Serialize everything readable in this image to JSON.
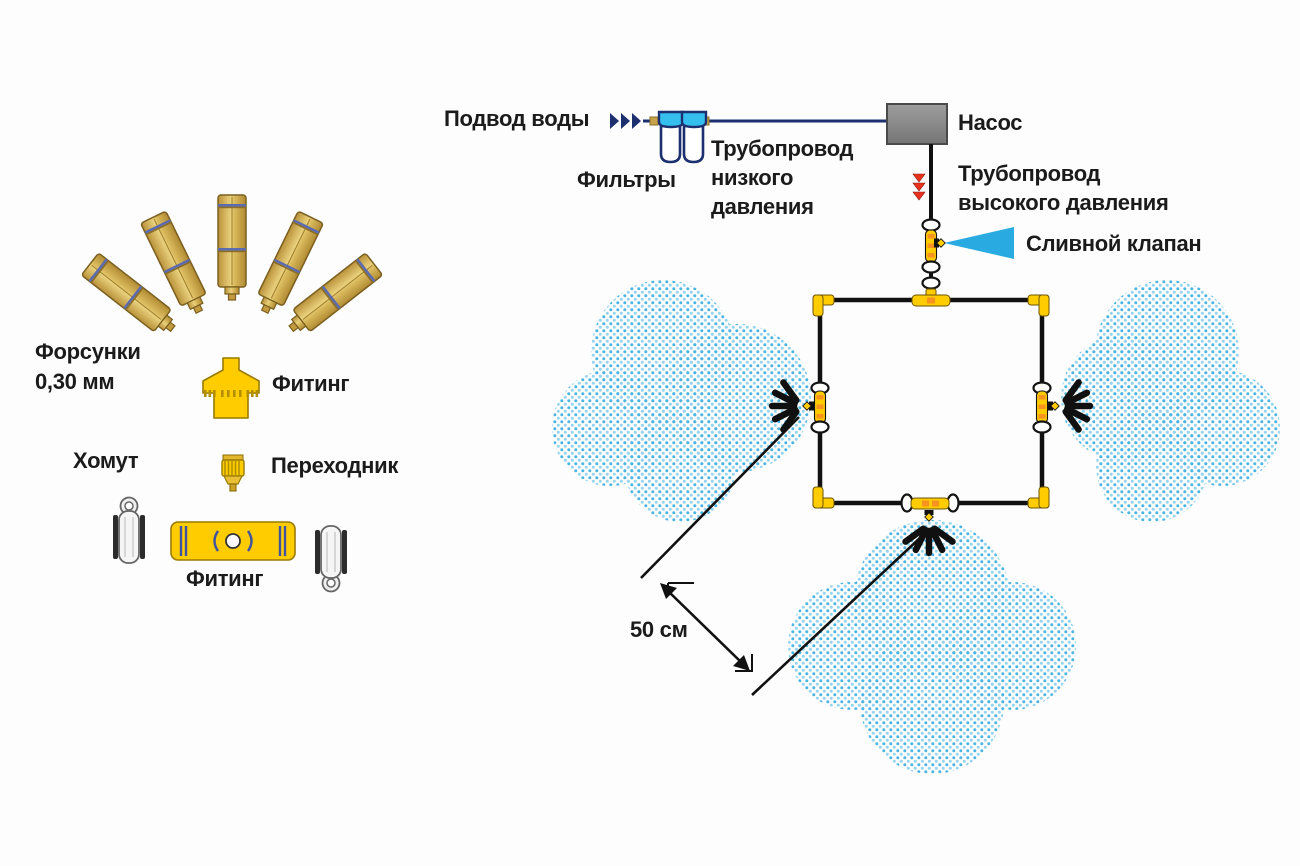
{
  "schematic": {
    "water_supply": "Подвод воды",
    "filters": "Фильтры",
    "low_pressure_line1": "Трубопровод",
    "low_pressure_line2": "низкого",
    "low_pressure_line3": "давления",
    "pump": "Насос",
    "high_pressure_line1": "Трубопровод",
    "high_pressure_line2": "высокого давления",
    "drain_valve": "Сливной клапан",
    "nozzle_spacing": "50 см"
  },
  "legend": {
    "nozzles_line1": "Форсунки",
    "nozzles_line2": "0,30 мм",
    "fitting_top": "Фитинг",
    "clamp": "Хомут",
    "adapter": "Переходник",
    "fitting_bottom": "Фитинг"
  },
  "colors": {
    "pipe_black": "#111111",
    "supply_line_navy": "#1c2f6e",
    "fitting_yellow": "#ffcc00",
    "fitting_orange_dash": "#f7931e",
    "brass_nozzle": "#d4a843",
    "spray_blue": "#29abe2",
    "mist_dot_blue": "#49b5e2",
    "pump_gray": "#8c8c8c",
    "flow_arrow_red": "#e8321e",
    "text": "#1b1b1b"
  }
}
